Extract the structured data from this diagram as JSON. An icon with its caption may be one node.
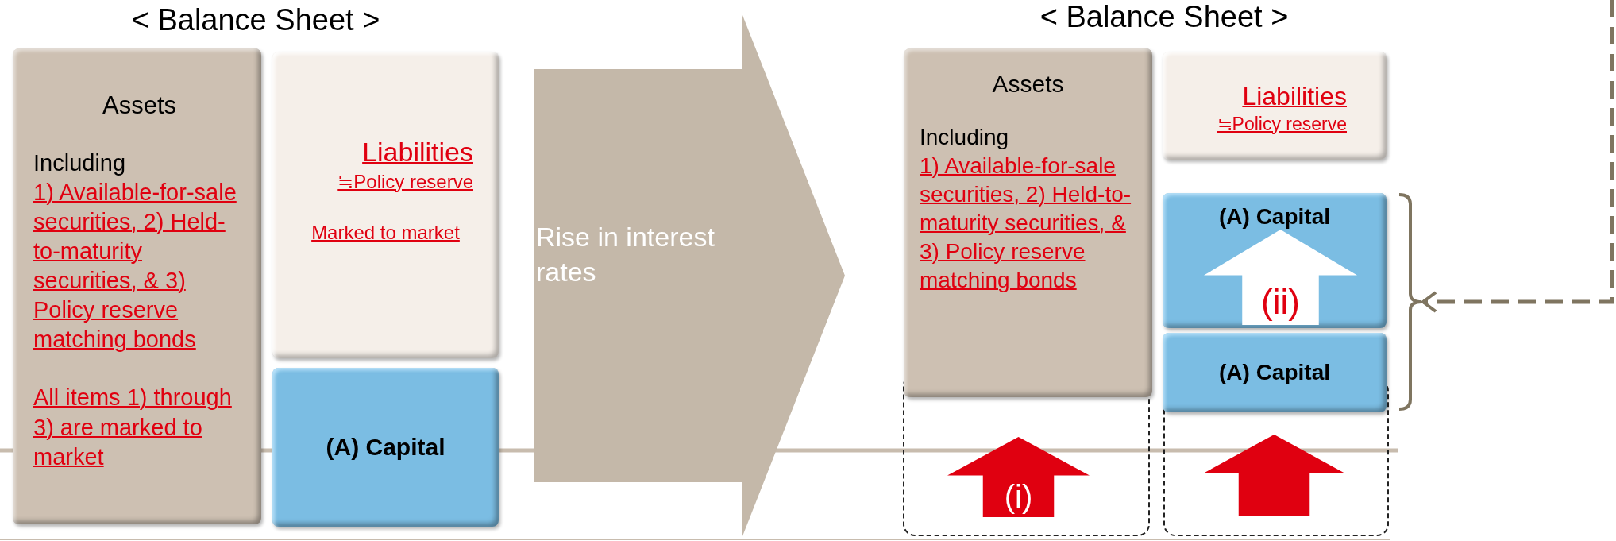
{
  "diagram": {
    "nodes": [
      {
        "text": [
          "Assets",
          "Including",
          "1) Available-for-sale securities, 2) Held-to-maturity securities, & 3) Policy reserve matching bonds",
          "All items 1) through 3) are marked to market"
        ]
      },
      {
        "text": [
          "Liabilities",
          "≒Policy reserve",
          "Marked to market"
        ]
      },
      {
        "text": [
          "(A) Capital"
        ]
      },
      {
        "text": [
          "Rise in interest rates"
        ]
      },
      {
        "text": [
          "Assets",
          "Including",
          "1) Available-for-sale securities, 2) Held-to-maturity securities, & 3) Policy reserve matching bonds"
        ]
      },
      {
        "text": [
          "Liabilities",
          "≒Policy reserve"
        ]
      },
      {
        "text": [
          "(A) Capital"
        ]
      },
      {
        "text": [
          "(ii)"
        ],
        "in": 6
      },
      {
        "text": [
          "(A) Capital"
        ]
      },
      {
        "text": [],
        "shape": "box"
      },
      {
        "text": [
          "(i)"
        ],
        "in": 9
      },
      {
        "text": [],
        "shape": "box"
      },
      {
        "text": [],
        "shape": "arrow",
        "in": 11
      },
      {
        "text": [],
        "shape": "bracket"
      }
    ],
    "edges": [
      {
        "from": null,
        "to": 13,
        "arrow": "to",
        "style": "dashed"
      }
    ],
    "labels": [
      "< Balance Sheet >",
      "< Balance Sheet >"
    ]
  }
}
